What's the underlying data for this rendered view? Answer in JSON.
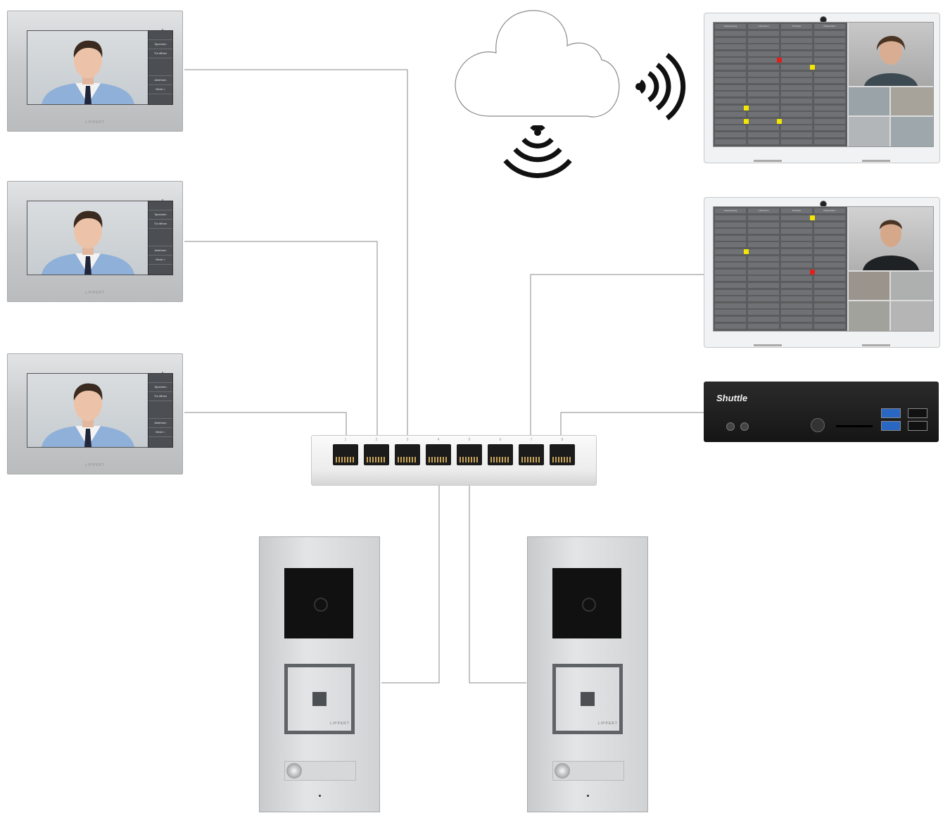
{
  "monitors": [
    {
      "menu": [
        "",
        "Sprechen",
        "Tür öffnen",
        "",
        "Ablehnen",
        "Menü  >"
      ],
      "brand": "LIPPERT"
    },
    {
      "menu": [
        "",
        "Sprechen",
        "Tür öffnen",
        "",
        "Ablehnen",
        "Menü  >"
      ],
      "brand": "LIPPERT"
    },
    {
      "menu": [
        "",
        "Sprechen",
        "Tür öffnen",
        "",
        "Ablehnen",
        "Menü  >"
      ],
      "brand": "LIPPERT"
    }
  ],
  "laptops": [
    {
      "columns": [
        "Haupteingang",
        "Lieferanten",
        "Schranke",
        "Pflegestation"
      ]
    },
    {
      "columns": [
        "Haupteingang",
        "Lieferanten",
        "Schranke",
        "Pflegestation"
      ]
    }
  ],
  "switch": {
    "port_labels": [
      "1",
      "2",
      "3",
      "4",
      "5",
      "6",
      "7",
      "8"
    ]
  },
  "shuttle": {
    "logo": "Shuttle"
  },
  "door_panels": [
    {
      "brand": "LIPPERT"
    },
    {
      "brand": "LIPPERT"
    }
  ],
  "colors": {
    "line": "#8a8a8a",
    "steel": "#d0d2d4",
    "alert_red": "#e0201c",
    "alert_yellow": "#f3e600"
  }
}
